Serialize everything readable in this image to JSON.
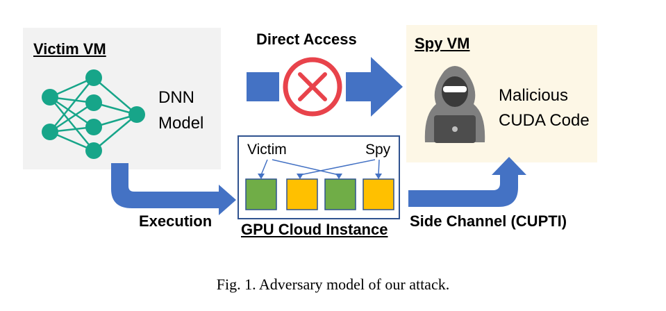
{
  "victim_vm": {
    "title": "Victim VM",
    "model_line1": "DNN",
    "model_line2": "Model"
  },
  "spy_vm": {
    "title": "Spy VM",
    "code_line1": "Malicious",
    "code_line2": "CUDA Code"
  },
  "direct_access": {
    "label": "Direct Access"
  },
  "gpu": {
    "title": "GPU Cloud Instance",
    "victim_label": "Victim",
    "spy_label": "Spy"
  },
  "execution": {
    "label": "Execution"
  },
  "side_channel": {
    "label": "Side Channel (CUPTI)"
  },
  "caption": {
    "text": "Fig. 1.  Adversary model of our attack."
  },
  "colors": {
    "victim_bg": "#f2f2f2",
    "spy_bg": "#fdf7e6",
    "arrow_blue": "#4472c4",
    "nn_teal": "#17a589",
    "block_green": "#70ad47",
    "block_yellow": "#ffc000",
    "deny_red": "#e8434b",
    "hacker_gray": "#7f7f7f"
  }
}
